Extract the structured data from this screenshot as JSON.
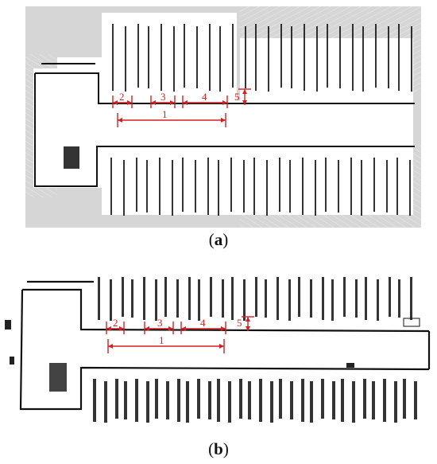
{
  "panels": [
    {
      "id": "a",
      "caption_open": "(",
      "caption_letter": "a",
      "caption_close": ")",
      "measurements": [
        "1",
        "2",
        "3",
        "4",
        "5"
      ]
    },
    {
      "id": "b",
      "caption_open": "(",
      "caption_letter": "b",
      "caption_close": ")",
      "measurements": [
        "1",
        "2",
        "3",
        "4",
        "5"
      ]
    }
  ],
  "colors": {
    "annotation": "#d42020",
    "map_background_a": "#d6d6d6",
    "occupied": "#111111",
    "free": "#ffffff"
  }
}
